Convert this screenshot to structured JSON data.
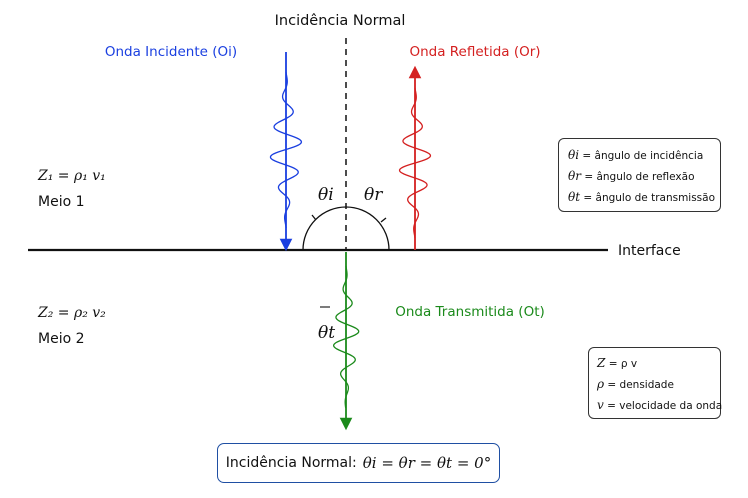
{
  "title": "Incidência Normal",
  "incident_label": "Onda Incidente (Oi)",
  "reflected_label": "Onda Refletida (Or)",
  "transmitted_label": "Onda Transmitida (Ot)",
  "interface_label": "Interface",
  "medium1": {
    "impedance": "Z₁ = ρ₁ v₁",
    "name": "Meio 1"
  },
  "medium2": {
    "impedance": "Z₂ = ρ₂ v₂",
    "name": "Meio 2"
  },
  "angle_labels": {
    "incidence": "θi",
    "reflection": "θr",
    "transmission": "θt"
  },
  "legend_angles": [
    {
      "symbol": "θi",
      "text": "= ângulo de incidência"
    },
    {
      "symbol": "θr",
      "text": "= ângulo de reflexão"
    },
    {
      "symbol": "θt",
      "text": "= ângulo de transmissão"
    }
  ],
  "legend_vars": [
    {
      "symbol": "Z",
      "text": "= ρ v"
    },
    {
      "symbol": "ρ",
      "text": "= densidade"
    },
    {
      "symbol": "v",
      "text": "= velocidade da onda"
    }
  ],
  "bottom_box": {
    "label": "Incidência Normal:",
    "equation": "θi = θr = θt = 0°"
  },
  "colors": {
    "incident": "#1a3fe0",
    "reflected": "#d42020",
    "transmitted": "#1b8a1b",
    "normal": "#111111",
    "box_border": "#1f4fa3"
  }
}
